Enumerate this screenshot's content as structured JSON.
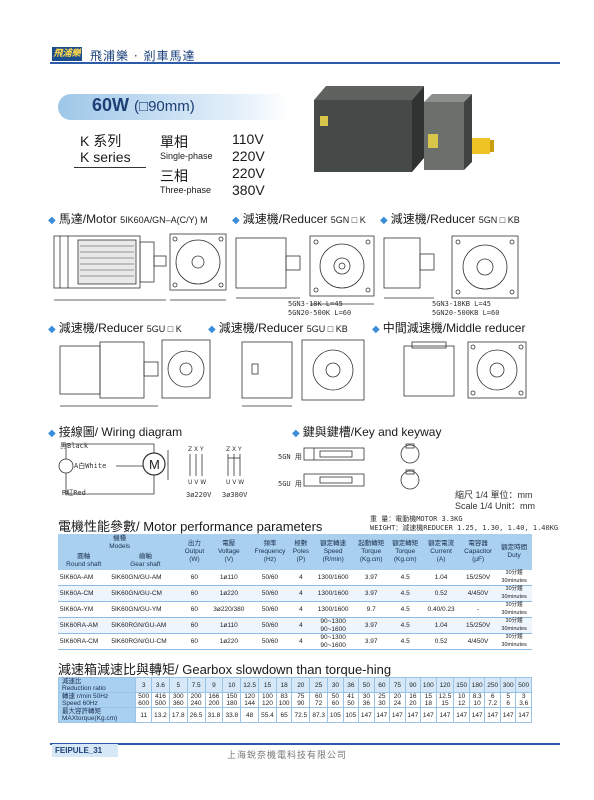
{
  "header": {
    "logo": "飛浦樂",
    "brand": "飛浦樂 · 剎車馬達"
  },
  "model": {
    "power": "60W",
    "size": "(□90mm)"
  },
  "series": {
    "cn": "K 系列",
    "en": "K series",
    "rows": [
      {
        "cn": "單相",
        "en": "Single-phase",
        "v1": "110V",
        "v2": "220V"
      },
      {
        "cn": "三相",
        "en": "Three-phase",
        "v1": "220V",
        "v2": "380V"
      }
    ]
  },
  "sections": {
    "motor": {
      "cn": "馬達",
      "en": "Motor",
      "model": "5IK60A/GN–A(C/Y) M"
    },
    "reducer_k": {
      "cn": "減速機",
      "en": "Reducer",
      "model": "5GN □ K"
    },
    "reducer_kb": {
      "cn": "減速機",
      "en": "Reducer",
      "model": "5GN □ KB"
    },
    "reducer_gu_k": {
      "cn": "減速機",
      "en": "Reducer",
      "model": "5GU □ K"
    },
    "reducer_gu_kb": {
      "cn": "減速機",
      "en": "Reducer",
      "model": "5GU □ KB"
    },
    "middle": {
      "cn": "中間減速機",
      "en": "Middle reducer"
    },
    "wiring": {
      "cn": "接線圖",
      "en": "Wiring diagram"
    },
    "key": {
      "cn": "鍵與鍵槽",
      "en": "Key and keyway"
    }
  },
  "notes": {
    "k_lengths": [
      "5GN3-18K  L=45",
      "5GN20-500K  L=60"
    ],
    "kb_lengths": [
      "5GN3-18KB  L=45",
      "5GN20-500KB  L=60"
    ],
    "wiring_labels": {
      "black": "黑Black",
      "white": "A白White",
      "red": "R紅Red",
      "motor": "M",
      "v220": "3ø220V",
      "v380": "3ø380V"
    },
    "key_labels": [
      "5GN 用",
      "5GU 用"
    ]
  },
  "scale": {
    "l1": "縮尺 1/4  單位：mm",
    "l2": "Scale 1/4  Unit：mm"
  },
  "weight": {
    "l1": "重  量：電動機MOTOR                   3.3KG",
    "l2": "WEIGHT：減速機REDUCER 1.25, 1.30, 1.40, 1.40KG"
  },
  "performance": {
    "title_cn": "電機性能參數",
    "title_en": "/ Motor performance parameters",
    "headers": {
      "models": "機種\nModels",
      "round": "圓軸\nRound shaft",
      "gear": "齒軸\nGear shaft",
      "output": "出力\nOutput\n(W)",
      "voltage": "電壓\nVoltage\n(V)",
      "freq": "頻率\nFrequency\n(Hz)",
      "poles": "極數\nPoles\n(P)",
      "speed": "額定轉速\nSpeed\n(R/min)",
      "torque": "起動轉矩\nTorque\n(Kg.cm)",
      "rtorque": "額定轉矩\nTorque\n(Kg.cm)",
      "current": "額定電流\nCurrent\n(A)",
      "cap": "電容器\nCapacitor\n(μF)",
      "duty": "額定時間\nDuty"
    },
    "rows": [
      [
        "5IK60A-AM",
        "5IK60GN/GU-AM",
        "60",
        "1ø110",
        "50/60",
        "4",
        "1300/1600",
        "3.97",
        "4.5",
        "1.04",
        "15/250V",
        "30分鐘\n30minutes"
      ],
      [
        "5IK60A-CM",
        "5IK60GN/GU-CM",
        "60",
        "1ø220",
        "50/60",
        "4",
        "1300/1600",
        "3.97",
        "4.5",
        "0.52",
        "4/450V",
        "30分鐘\n30minutes"
      ],
      [
        "5IK60A-YM",
        "5IK60GN/GU-YM",
        "60",
        "3ø220/380",
        "50/60",
        "4",
        "1300/1600",
        "9.7",
        "4.5",
        "0.40/0.23",
        "-",
        "30分鐘\n30minutes"
      ],
      [
        "5IK60RA-AM",
        "5IK60RGN/GU-AM",
        "60",
        "1ø110",
        "50/60",
        "4",
        "90~1300\n90~1600",
        "3.97",
        "4.5",
        "1.04",
        "15/250V",
        "30分鐘\n30minutes"
      ],
      [
        "5IK60RA-CM",
        "5IK60RGN/GU-CM",
        "60",
        "1ø220",
        "50/60",
        "4",
        "90~1300\n90~1600",
        "3.97",
        "4.5",
        "0.52",
        "4/450V",
        "30分鐘\n30minutes"
      ]
    ]
  },
  "gearbox": {
    "title_cn": "減速箱減速比與轉矩",
    "title_en": "/ Gearbox slowdown than torque-hing",
    "row_labels": [
      "減速比\nReduction ratio",
      "轉速 r/min 50Hz\nSpeed 60Hz",
      "最大容許轉矩\nMAXtorque(Kg.cm)"
    ],
    "ratios": [
      "3",
      "3.6",
      "5",
      "7.5",
      "9",
      "10",
      "12.5",
      "15",
      "18",
      "20",
      "25",
      "30",
      "36",
      "50",
      "60",
      "75",
      "90",
      "100",
      "120",
      "150",
      "180",
      "250",
      "300",
      "500"
    ],
    "speed50": [
      "500",
      "416",
      "300",
      "200",
      "166",
      "150",
      "120",
      "100",
      "83",
      "75",
      "60",
      "50",
      "41",
      "30",
      "25",
      "20",
      "16",
      "15",
      "12.5",
      "10",
      "8.3",
      "6",
      "5",
      "3"
    ],
    "speed60": [
      "600",
      "500",
      "360",
      "240",
      "200",
      "180",
      "144",
      "120",
      "100",
      "90",
      "72",
      "60",
      "50",
      "36",
      "30",
      "24",
      "20",
      "18",
      "15",
      "12",
      "10",
      "7.2",
      "6",
      "3.6"
    ],
    "torque": [
      "11",
      "13.2",
      "17.8",
      "26.5",
      "31.8",
      "33.8",
      "48",
      "55.4",
      "65",
      "72.5",
      "87.3",
      "105",
      "105",
      "147",
      "147",
      "147",
      "147",
      "147",
      "147",
      "147",
      "147",
      "147",
      "147",
      "147"
    ]
  },
  "footer": {
    "page": "FEIPULE_31",
    "company": "上海銳奈機電科技有限公司"
  },
  "colors": {
    "accent": "#2a5aa8",
    "table_header": "#a9d0ef",
    "diamond": "#3a8dd8"
  }
}
